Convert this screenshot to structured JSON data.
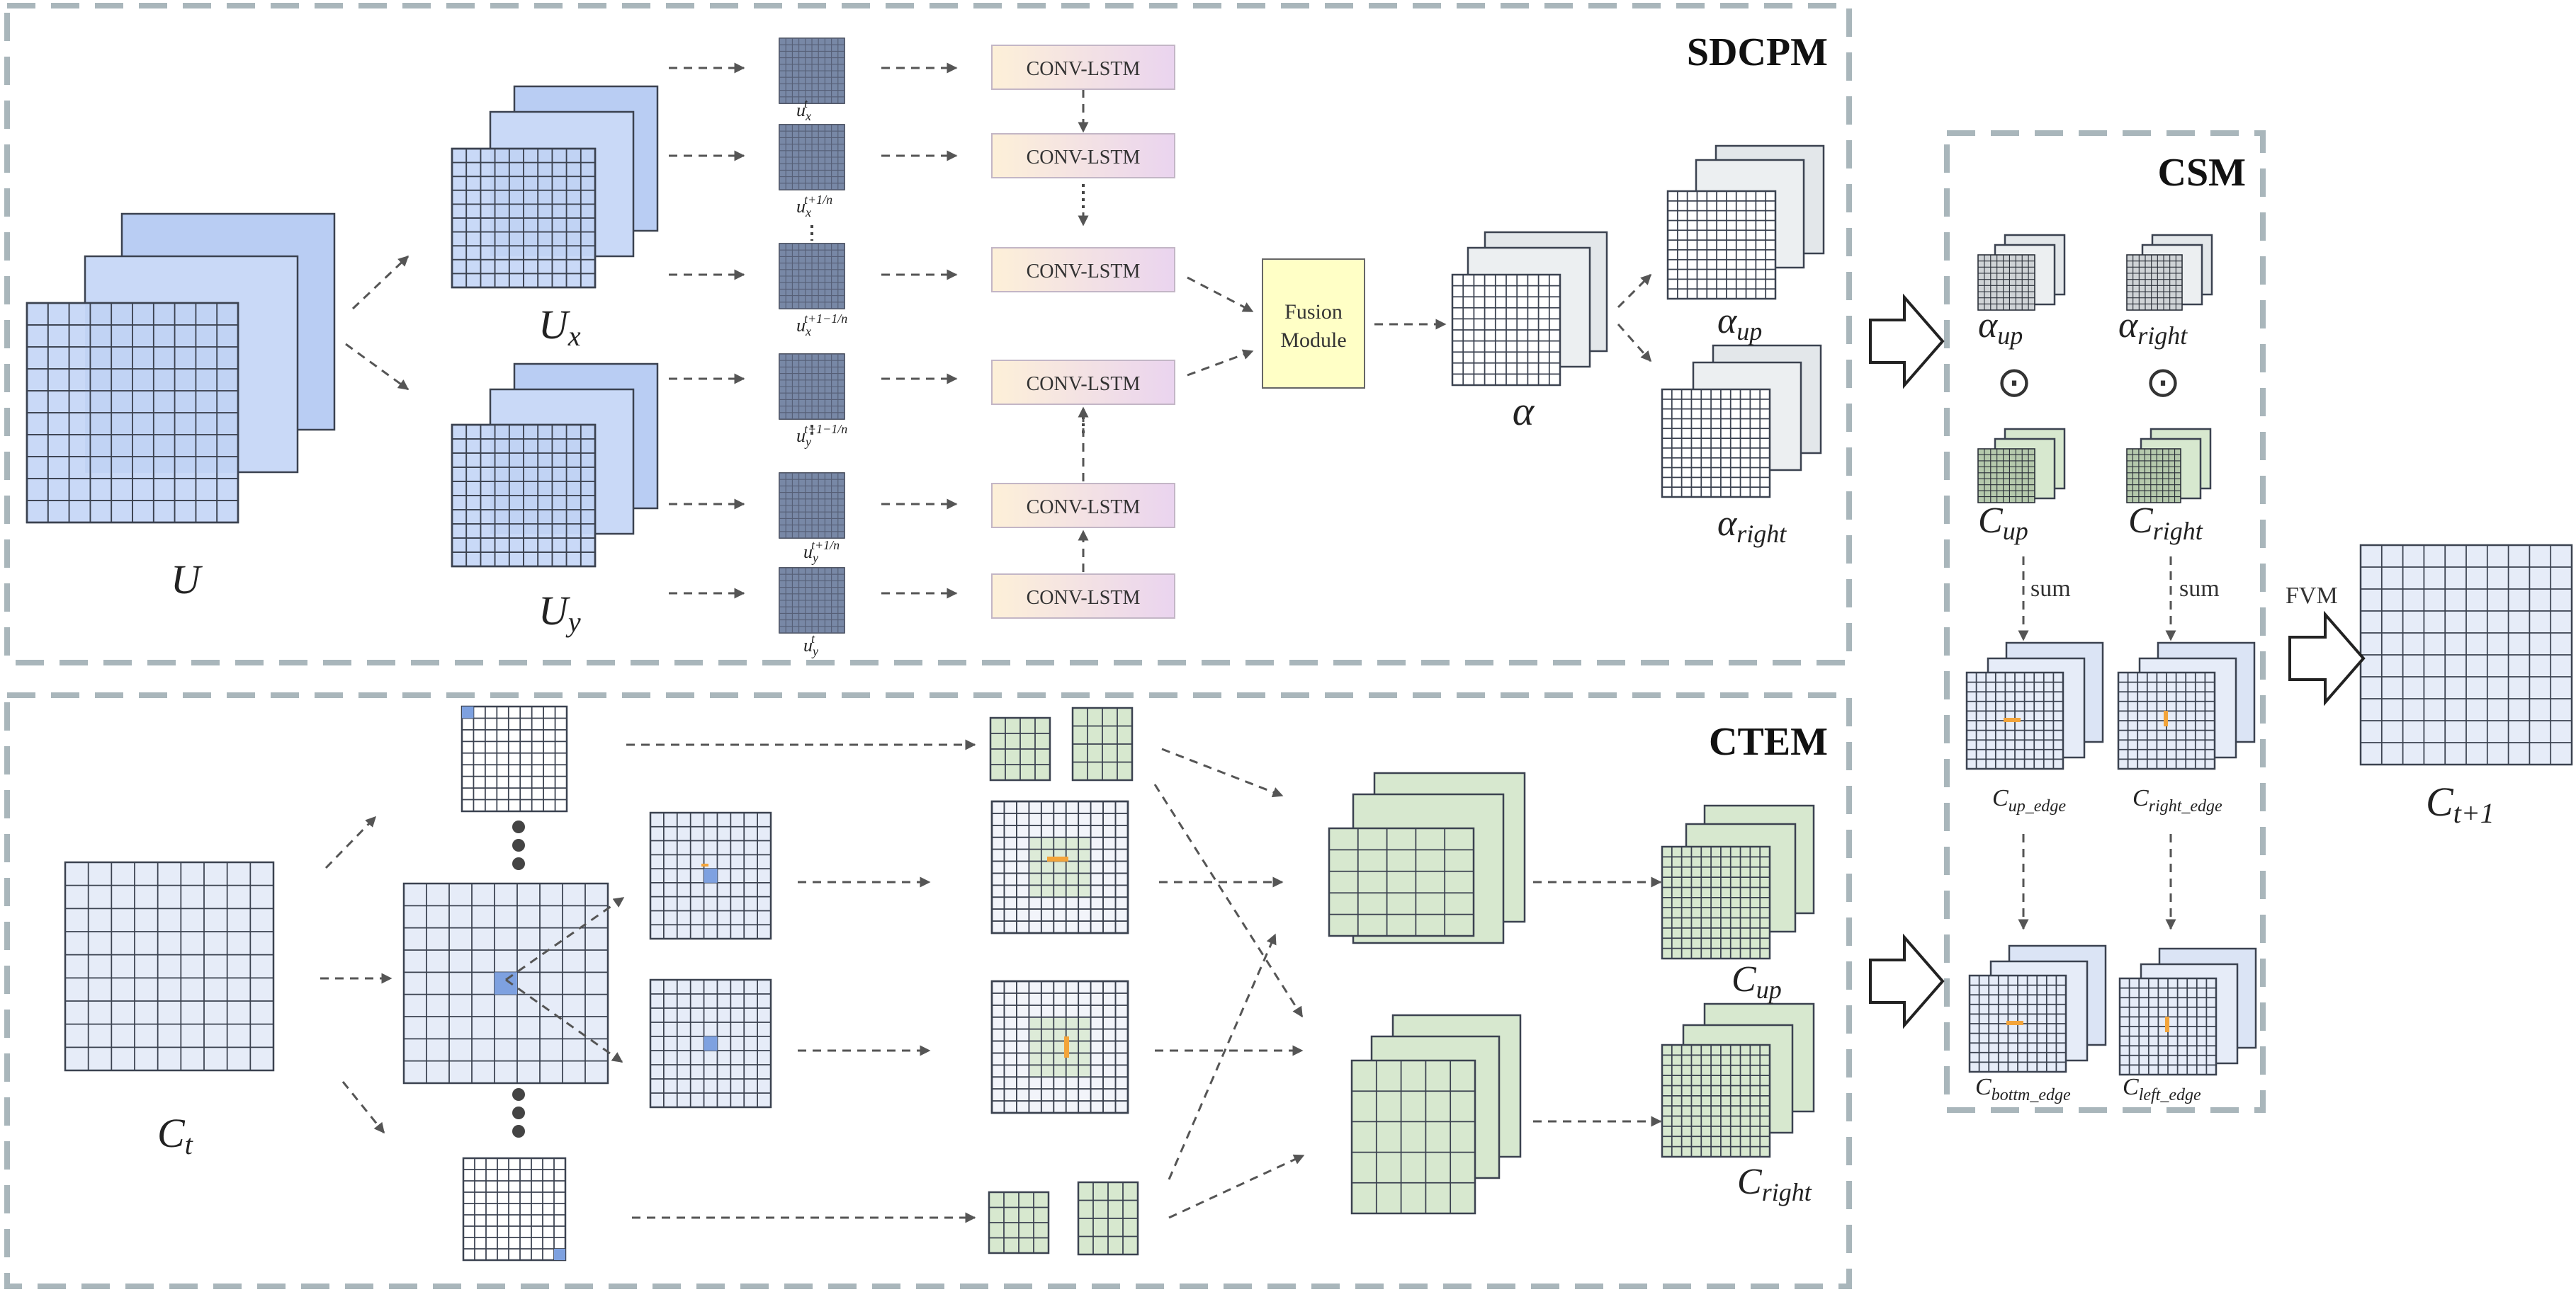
{
  "sections": {
    "sdcpm": "SDCPM",
    "ctem": "CTEM",
    "csm": "CSM"
  },
  "labels": {
    "U": "U",
    "Ux_main": "U",
    "Ux_sub": "x",
    "Uy_main": "U",
    "Uy_sub": "y",
    "alpha": "α",
    "alpha_up_main": "α",
    "alpha_up_sub": "up",
    "alpha_right_main": "α",
    "alpha_right_sub": "right",
    "Ct_main": "C",
    "Ct_sub": "t",
    "Cup_main": "C",
    "Cup_sub": "up",
    "Cright_main": "C",
    "Cright_sub": "right",
    "Ct1_main": "C",
    "Ct1_sub": "t+1"
  },
  "small_labels": {
    "ux_t": [
      "u",
      "x",
      "t"
    ],
    "ux_t1n": [
      "u",
      "x",
      "t+1/n"
    ],
    "ux_t11n": [
      "u",
      "x",
      "t+1−1/n"
    ],
    "uy_t11n": [
      "u",
      "y",
      "t+1−1/n"
    ],
    "uy_t1n": [
      "u",
      "y",
      "t+1/n"
    ],
    "uy_t": [
      "u",
      "y",
      "t"
    ]
  },
  "lstm": [
    "CONV-LSTM",
    "CONV-LSTM",
    "CONV-LSTM",
    "CONV-LSTM",
    "CONV-LSTM",
    "CONV-LSTM"
  ],
  "fusion": [
    "Fusion",
    "Module"
  ],
  "csm": {
    "odot": "⊙",
    "sum": "sum",
    "c_up_edge": [
      "C",
      "up_edge"
    ],
    "c_right_edge": [
      "C",
      "right_edge"
    ],
    "c_bottom_edge": [
      "C",
      "bottm_edge"
    ],
    "c_left_edge": [
      "C",
      "left_edge"
    ]
  },
  "fvm": "FVM",
  "colors": {
    "blue_fill": "#b9cdf3",
    "blue_light": "#c9d9f7",
    "grid_light": "#e6ecf8",
    "green": "#d7e8cf",
    "gray_stack": "#e3e7ea",
    "lstm_from": "#fdf0d8",
    "lstm_to": "#ead4ef",
    "fusion": "#ffffc6",
    "dash_border": "#a9b6bb",
    "orange": "#f3a43a",
    "arrow": "#555555"
  }
}
